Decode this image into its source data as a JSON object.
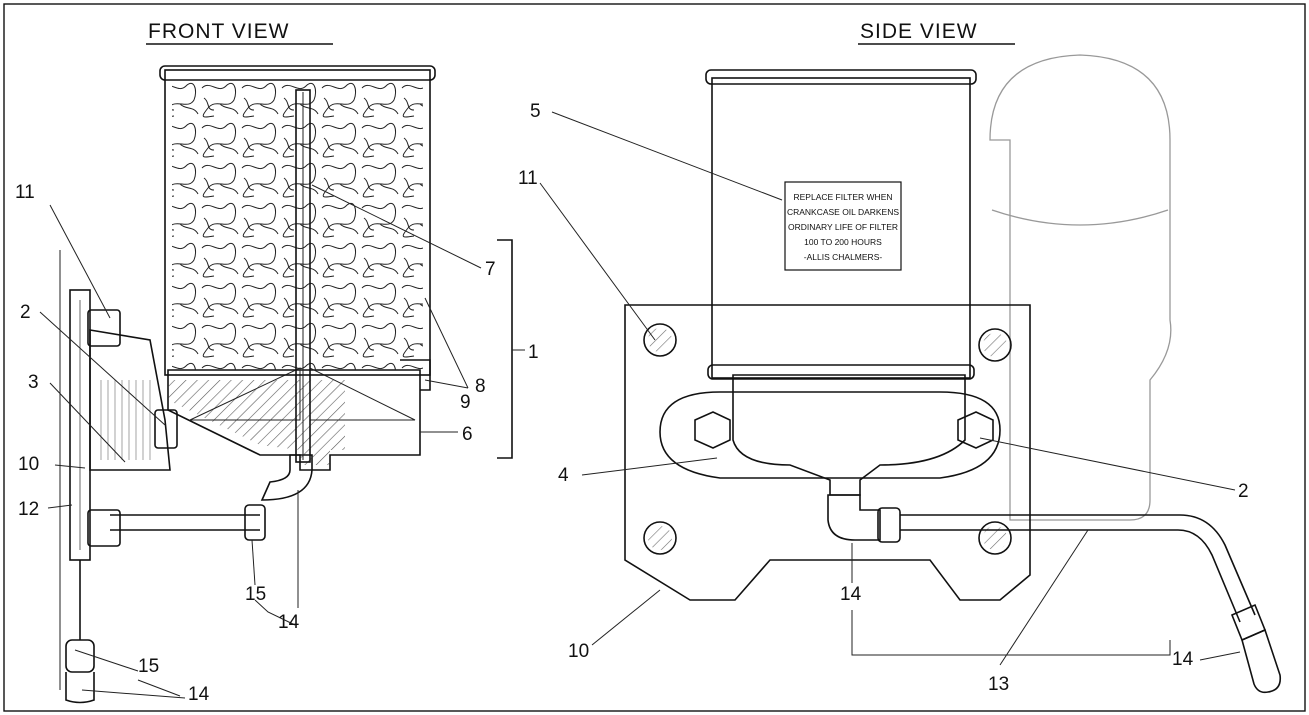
{
  "front_view": {
    "title": "FRONT VIEW",
    "labels": {
      "l11": "11",
      "l2": "2",
      "l3": "3",
      "l10": "10",
      "l12": "12",
      "l7": "7",
      "l8": "8",
      "l9": "9",
      "l1": "1",
      "l6": "6",
      "l15a": "15",
      "l14a": "14",
      "l15b": "15",
      "l14b": "14"
    }
  },
  "side_view": {
    "title": "SIDE VIEW",
    "labels": {
      "l5": "5",
      "l11": "11",
      "l4": "4",
      "l2": "2",
      "l10": "10",
      "l14a": "14",
      "l13": "13",
      "l14b": "14"
    },
    "plate_text": [
      "REPLACE FILTER WHEN",
      "CRANKCASE OIL DARKENS",
      "ORDINARY LIFE OF FILTER",
      "100 TO 200 HOURS",
      "-ALLIS CHALMERS-"
    ]
  }
}
